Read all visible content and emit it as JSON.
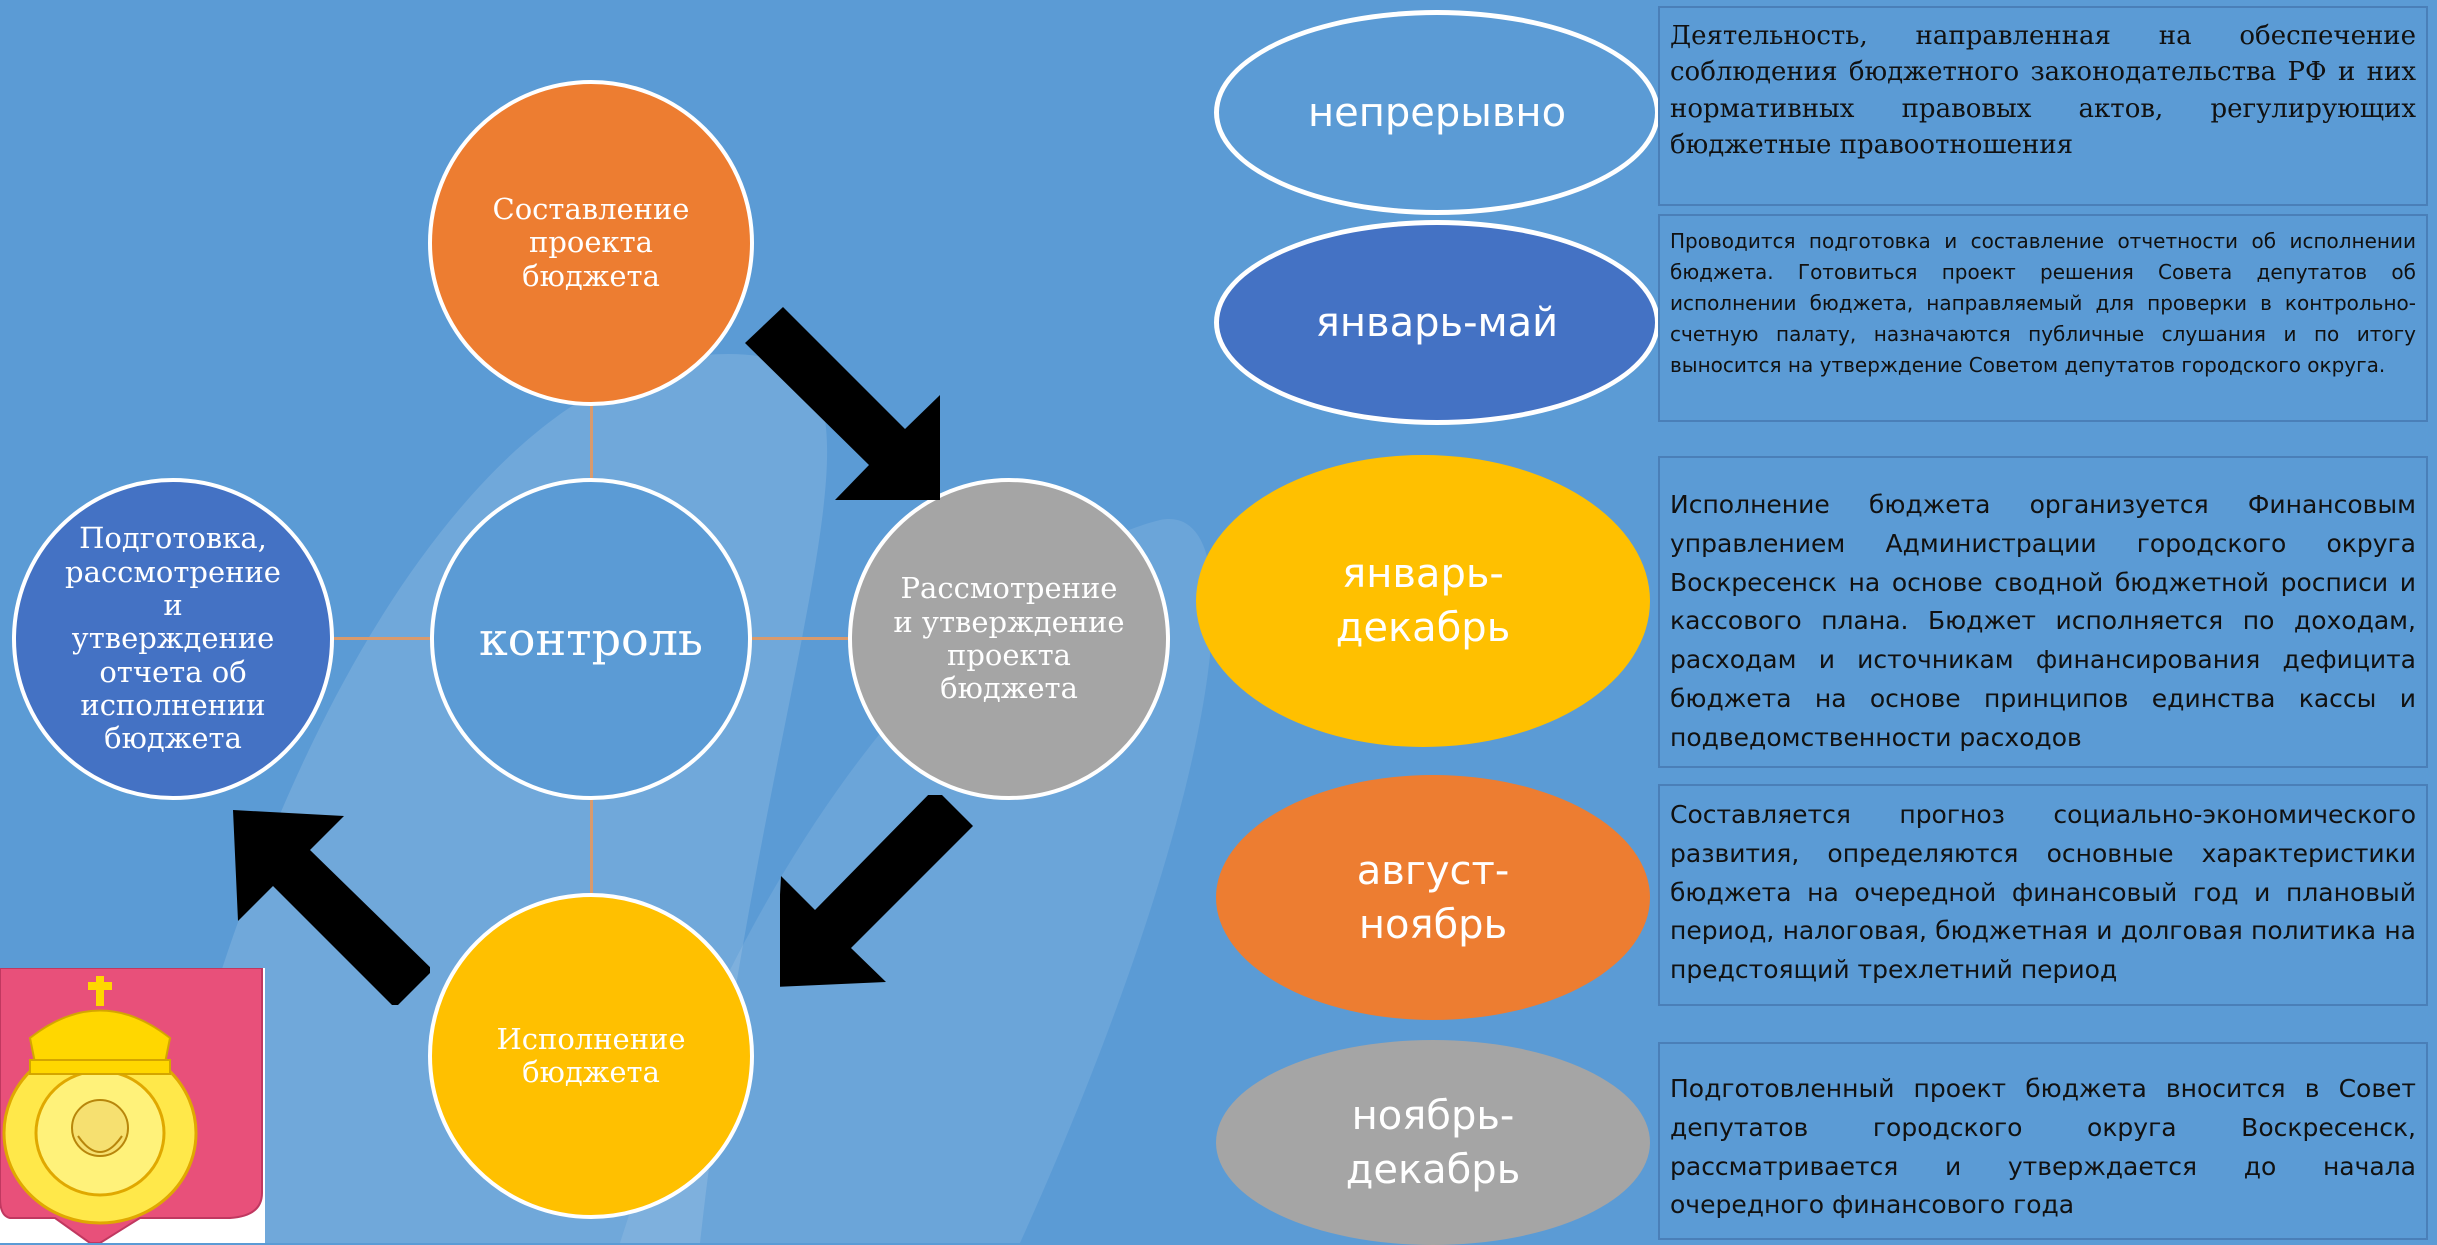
{
  "cycle": {
    "center": "контроль",
    "top": "Составление проекта бюджета",
    "right": "Рассмотрение и утверждение проекта бюджета",
    "bottom": "Исполнение бюджета",
    "left": "Подготовка, рассмотрение и утверждение отчета об исполнении бюджета"
  },
  "periods": [
    {
      "label": "непрерывно",
      "color": "#5b9bd5"
    },
    {
      "label": "январь-май",
      "color": "#4472c4"
    },
    {
      "label": "январь-декабрь",
      "color": "#ffc000"
    },
    {
      "label": "август-ноябрь",
      "color": "#ed7d31"
    },
    {
      "label": "ноябрь-декабрь",
      "color": "#a5a5a5"
    }
  ],
  "descriptions": [
    "Деятельность, направленная на обеспечение соблюдения бюджетного законодательства РФ и них нормативных правовых актов, регулирующих бюджетные правоотношения",
    "Проводится подготовка и составление отчетности об исполнении бюджета. Готовиться проект решения Совета депутатов об исполнении бюджета, направляемый для проверки в контрольно-счетную палату, назначаются публичные слушания и по итогу выносится на утверждение Советом депутатов городского округа.",
    "Исполнение бюджета организуется Финансовым управлением Администрации городского округа Воскресенск на основе сводной бюджетной росписи и кассового плана. Бюджет исполняется по доходам, расходам и источникам финансирования дефицита бюджета на основе принципов единства кассы и подведомственности расходов",
    "Составляется прогноз социально-экономического развития, определяются основные характеристики бюджета на очередной финансовый год и плановый период, налоговая, бюджетная и долговая политика на предстоящий трехлетний период",
    "Подготовленный проект бюджета вносится в Совет депутатов городского округа Воскресенск, рассматривается и утверждается до начала очередного финансового года"
  ],
  "colors": {
    "background": "#5b9bd5",
    "orange": "#ed7d31",
    "gray": "#a5a5a5",
    "gold": "#ffc000",
    "blue": "#4472c4",
    "arrow": "#000000"
  }
}
